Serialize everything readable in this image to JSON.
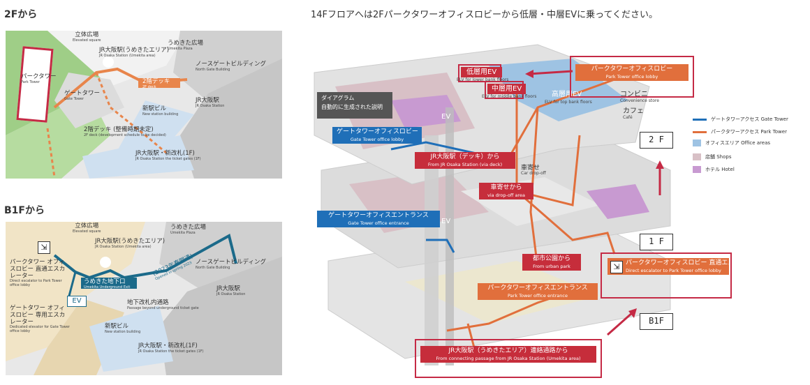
{
  "header_2f": "2Fから",
  "header_b1f": "B1Fから",
  "note": "14Fフロアへは2Fパークタワーオフィスロビーから低層・中層EVに乗ってください。",
  "map2f": {
    "elevated_square": "立体広場",
    "elevated_square_en": "Elevated square",
    "umekita_plaza": "うめきた広場",
    "umekita_plaza_en": "Umekita Plaza",
    "jr_osaka_umekita": "JR大阪駅(うめきたエリア)",
    "jr_osaka_umekita_en": "JR Osaka Station (Umekita area)",
    "north_gate": "ノースゲートビルディング",
    "north_gate_en": "North Gate Building",
    "park_tower": "パークタワー",
    "park_tower_en": "Park Tower",
    "gate_tower": "ゲートタワー",
    "gate_tower_en": "Gate Tower",
    "deck_2f": "2階デッキ",
    "deck_2f_en": "2F deck",
    "new_station_bldg": "新駅ビル",
    "new_station_bldg_en": "New station building",
    "jr_osaka_station": "JR大阪駅",
    "jr_osaka_station_en": "JR Osaka Station",
    "deck_planned": "2階デッキ (整備時期未定)",
    "deck_planned_en": "2F deck (development schedule to be decided)",
    "ticket_gate": "JR大阪駅・新改札(1F)",
    "ticket_gate_en": "JR Osaka Station the ticket gates (1F)"
  },
  "mapb1f": {
    "elevated_square": "立体広場",
    "elevated_square_en": "Elevated square",
    "umekita_plaza": "うめきた広場",
    "umekita_plaza_en": "Umekita Plaza",
    "jr_osaka_umekita": "JR大阪駅(うめきたエリア)",
    "jr_osaka_umekita_en": "JR Osaka Station (Umekita area)",
    "north_gate": "ノースゲートビルディング",
    "north_gate_en": "North Gate Building",
    "park_tower_escalator": "パークタワー オフィスロビー 直通エスカレーター",
    "park_tower_escalator_en": "Direct escalator to Park Tower office lobby",
    "underground": "うめきた地下口",
    "underground_en": "Umekita Underground Exit",
    "opened": "(2023年春開通)",
    "opened_en": "Opened in spring 2023",
    "jr_osaka_station": "JR大阪駅",
    "jr_osaka_station_en": "JR Osaka Station",
    "ev": "EV",
    "gate_tower_escalator": "ゲートタワー オフィスロビー 専用エスカレーター",
    "gate_tower_escalator_en": "Dedicated elevator for Gate Tower office lobby",
    "passage": "地下改札内通路",
    "passage_en": "Passage beyond underground ticket gate",
    "new_station_bldg": "新駅ビル",
    "new_station_bldg_en": "New station building",
    "ticket_gate": "JR大阪駅・新改札(1F)",
    "ticket_gate_en": "JR Osaka Station the ticket gates (1F)"
  },
  "map3d": {
    "low_ev": "低層用EV",
    "low_ev_en": "ELV for lower bank floors",
    "mid_ev": "中層用EV",
    "mid_ev_en": "ELV for middle bank floors",
    "high_ev": "高層用EV",
    "high_ev_en": "ELV for top bank floors",
    "convenience": "コンビニ",
    "convenience_en": "Convenience store",
    "cafe": "カフェ",
    "cafe_en": "Café",
    "pt_lobby": "パークタワーオフィスロビー",
    "pt_lobby_en": "Park Tower office lobby",
    "diagram_tag": "ダイアグラム",
    "diagram_sub": "自動的に生成された説明",
    "gt_lobby": "ゲートタワーオフィスロビー",
    "gt_lobby_en": "Gate Tower office lobby",
    "ev": "EV",
    "ev2": "EV",
    "from_deck": "JR大阪駅（デッキ）から",
    "from_deck_en": "From JR Osaka Station (via deck)",
    "car_dropoff": "車寄せ",
    "car_dropoff_en": "Car drop-off",
    "from_dropoff": "車寄せから",
    "from_dropoff_en": "via drop-off area",
    "gt_entrance": "ゲートタワーオフィスエントランス",
    "gt_entrance_en": "Gate Tower office entrance",
    "from_park": "都市公園から",
    "from_park_en": "From urban park",
    "pt_entrance": "パークタワーオフィスエントランス",
    "pt_entrance_en": "Park Tower office entrance",
    "pt_escalator": "パークタワーオフィスロビー 直通エスカレーター",
    "pt_escalator_en": "Direct escalator to Park Tower office lobby",
    "from_passage": "JR大阪駅（うめきたエリア）連絡通路から",
    "from_passage_en": "From connecting passage from JR Osaka Station (Umekita area)",
    "floor_2f": "2 F",
    "floor_1f": "1 F",
    "floor_b1f": "B1F"
  },
  "legend": {
    "gate_access": "ゲートタワーアクセス Gate Tower",
    "park_access": "パークタワーアクセス Park Tower",
    "office": "オフィスエリア Office areas",
    "shops": "店舗 Shops",
    "hotel": "ホテル Hotel"
  },
  "colors": {
    "gate_route": "#1f6fb8",
    "park_route": "#e16f3c",
    "highlight": "#c52a45",
    "office": "#9ec3e3",
    "shops": "#d8c0c6",
    "hotel": "#c89ad1"
  }
}
